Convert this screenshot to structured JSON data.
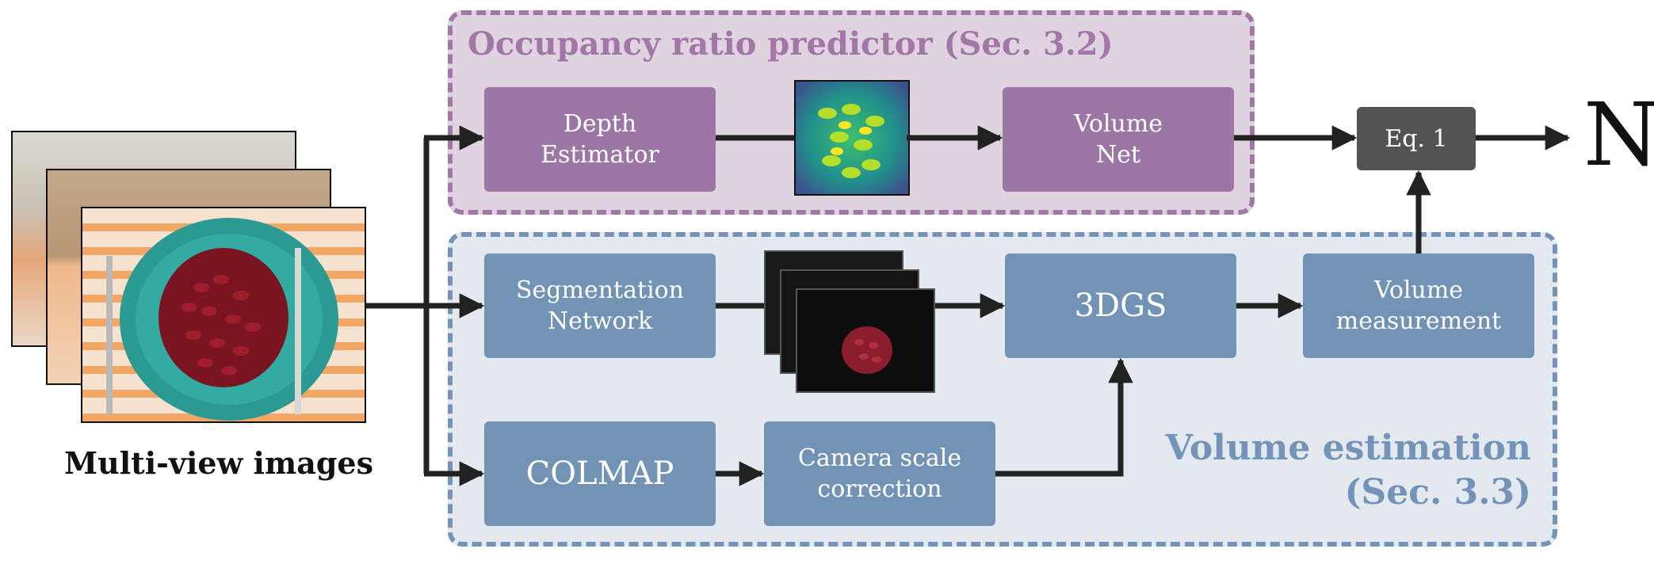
{
  "groups": {
    "occupancy": {
      "title": "Occupancy ratio predictor (Sec. 3.2)"
    },
    "volume": {
      "title_line1": "Volume estimation",
      "title_line2": "(Sec. 3.3)"
    }
  },
  "nodes": {
    "depth_estimator": {
      "line1": "Depth",
      "line2": "Estimator"
    },
    "volume_net": {
      "line1": "Volume",
      "line2": "Net"
    },
    "eq1": "Eq. 1",
    "output": "N",
    "segmentation": {
      "line1": "Segmentation",
      "line2": "Network"
    },
    "gs3d": "3DGS",
    "volume_measurement": {
      "line1": "Volume",
      "line2": "measurement"
    },
    "colmap": "COLMAP",
    "camera_scale": {
      "line1": "Camera scale",
      "line2": "correction"
    }
  },
  "input": {
    "caption": "Multi-view images"
  },
  "colors": {
    "purple_group_bg": "#e0d3e0",
    "purple_accent": "#a276a6",
    "purple_box": "#9c77a5",
    "blue_group_bg": "#e4e9f0",
    "blue_accent": "#7394b8",
    "blue_box": "#7393b4",
    "eq_box": "#535353",
    "wire": "#222222"
  }
}
